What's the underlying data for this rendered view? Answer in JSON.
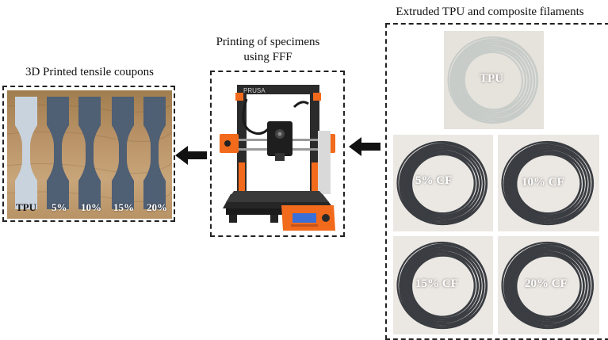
{
  "coupons": {
    "caption": "3D Printed tensile coupons",
    "labels": [
      "TPU",
      "5%",
      "10%",
      "15%",
      "20%"
    ]
  },
  "printer": {
    "caption_line1": "Printing of specimens",
    "caption_line2": "using FFF",
    "brand": "PRUSA"
  },
  "filaments": {
    "caption": "Extruded TPU and composite filaments",
    "items": [
      {
        "label": "TPU"
      },
      {
        "label": "5% CF"
      },
      {
        "label": "10% CF"
      },
      {
        "label": "15% CF"
      },
      {
        "label": "20% CF"
      }
    ]
  },
  "colors": {
    "dash_border": "#222222",
    "arrow": "#111111",
    "printer_orange": "#f26a1b",
    "coupon_tpu": "#c9d3de",
    "coupon_cf": "#4f5f74"
  }
}
